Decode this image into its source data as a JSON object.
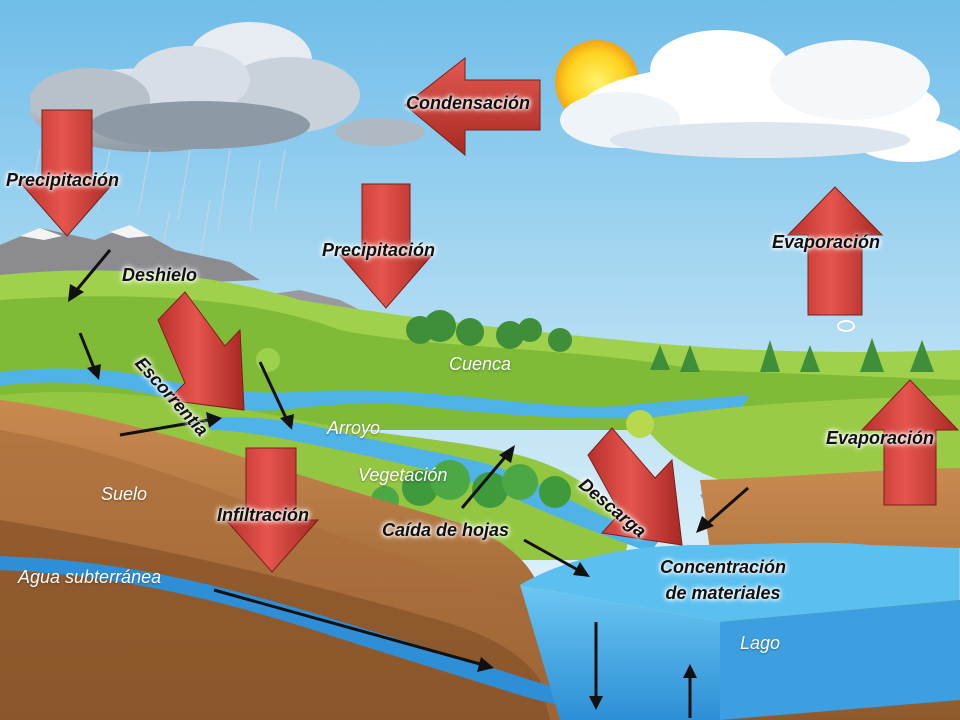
{
  "colors": {
    "sky_top": "#7cc3ea",
    "sky_bottom": "#e8f4fb",
    "arrow_red": "#d9443d",
    "arrow_dark": "#a52824",
    "water": "#4fb3e8",
    "lake": "#3aa5e6",
    "soil": "#b87a45",
    "soil_dark": "#7b4a25",
    "grass": "#8cc63f",
    "grass_dark": "#5d9a2b"
  },
  "labels": {
    "condensacion": "Condensación",
    "precipitacion_left": "Precipitación",
    "precipitacion_center": "Precipitación",
    "evaporacion_top": "Evaporación",
    "evaporacion_right": "Evaporación",
    "deshielo": "Deshielo",
    "escorrentia": "Escorrentía",
    "infiltracion": "Infiltración",
    "caida_de_hojas": "Caída de hojas",
    "descarga": "Descarga",
    "concentracion_line1": "Concentración",
    "concentracion_line2": "de materiales",
    "cuenca": "Cuenca",
    "arroyo": "Arroyo",
    "vegetacion": "Vegetación",
    "suelo": "Suelo",
    "agua_subterranea": "Agua subterránea",
    "lago": "Lago"
  }
}
